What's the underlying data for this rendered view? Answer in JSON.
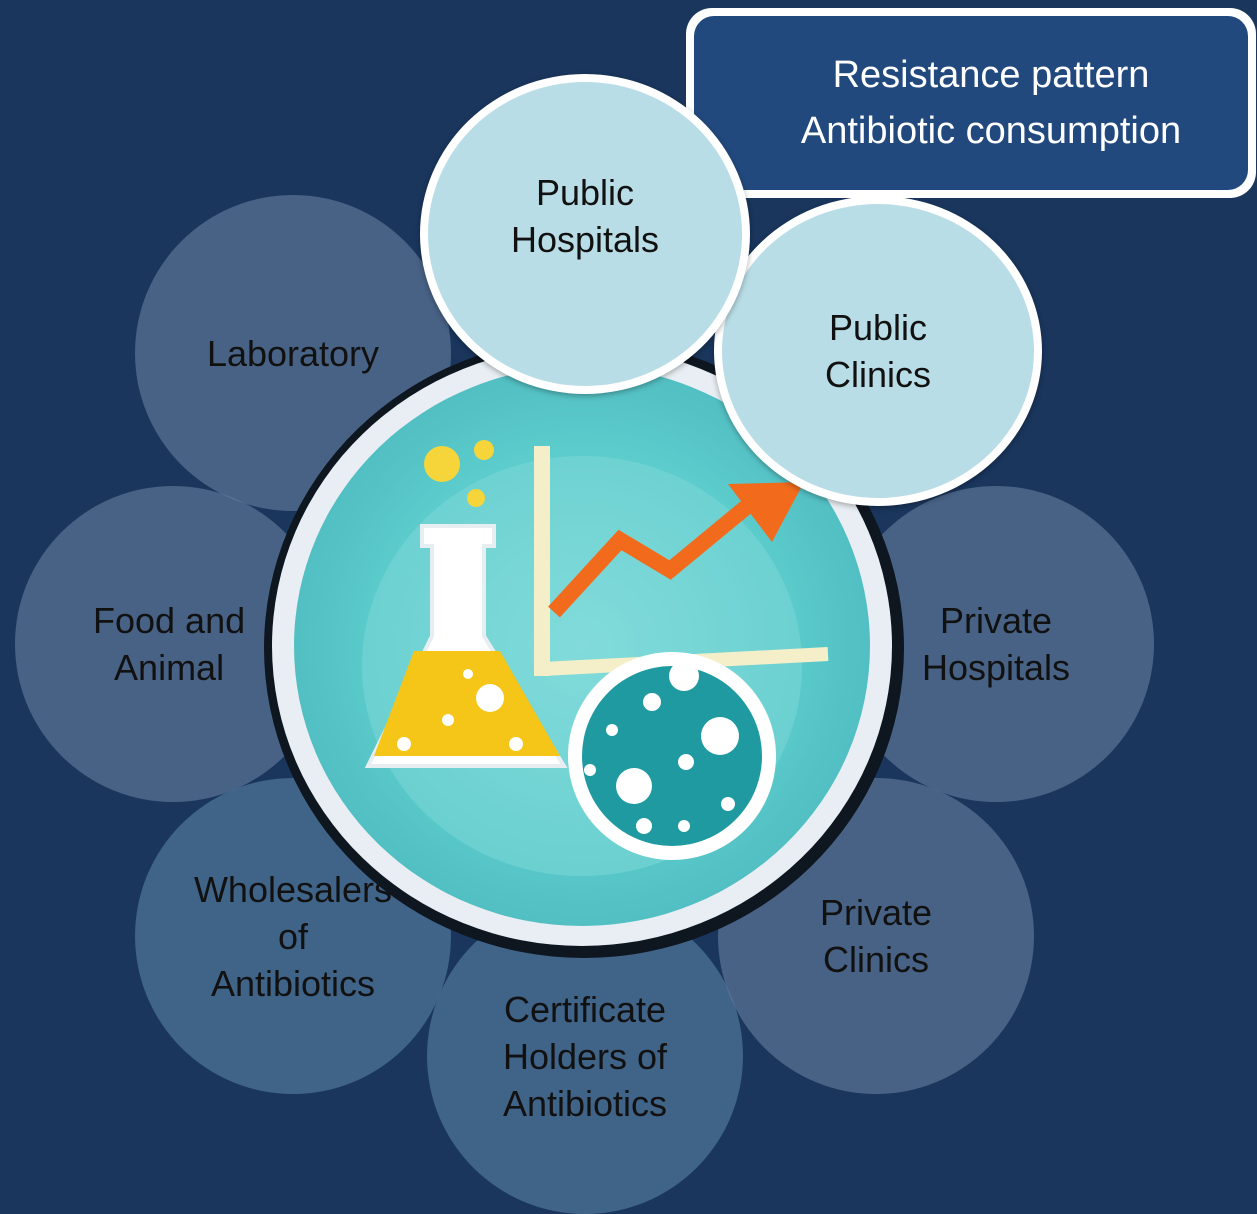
{
  "callout": {
    "line1": "Resistance pattern",
    "line2": "Antibiotic consumption"
  },
  "nodes": {
    "laboratory": "Laboratory",
    "food_and_animal": "Food and\nAnimal",
    "wholesalers": "Wholesalers\nof\nAntibiotics",
    "certificate_holders": "Certificate\nHolders of\nAntibiotics",
    "private_clinics": "Private\nClinics",
    "private_hospitals": "Private\nHospitals",
    "public_clinics": "Public\nClinics",
    "public_hospitals": "Public\nHospitals"
  },
  "colors": {
    "background": "#1a365d",
    "highlight_node": "#b9dde6",
    "callout": "#22497d",
    "flask_liquid": "#f5c518",
    "trend_arrow": "#f26b1d",
    "petri_dish": "#1e9aa0"
  },
  "icons": {
    "center": "laboratory-flask-chart-petri-icon"
  }
}
